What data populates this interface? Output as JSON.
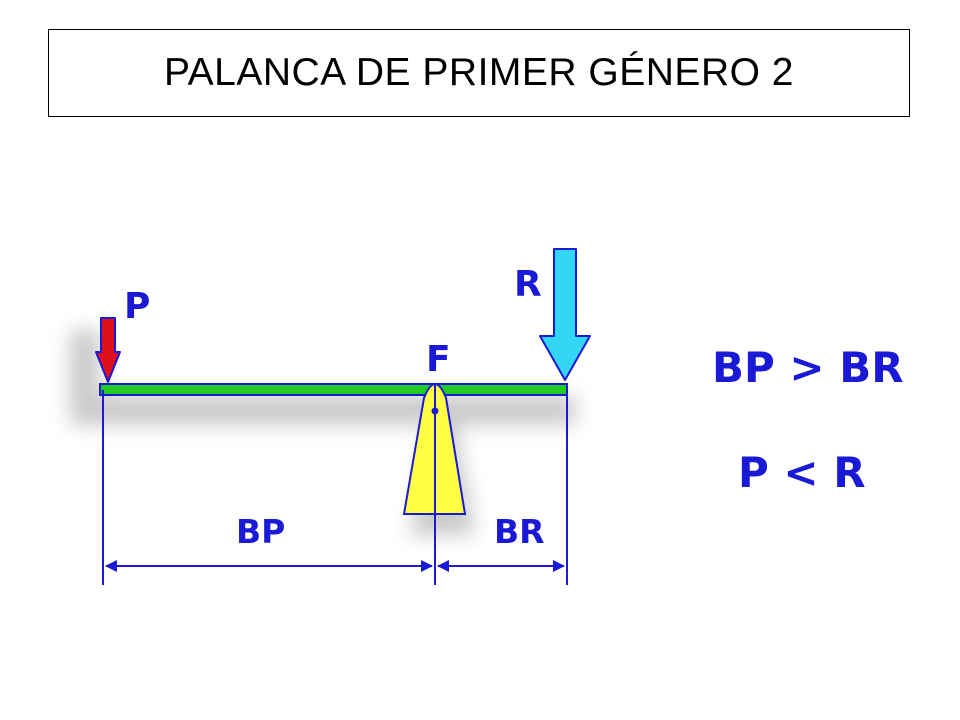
{
  "title": "PALANCA DE PRIMER GÉNERO 2",
  "diagram": {
    "labels": {
      "effort": "P",
      "resistance": "R",
      "fulcrum": "F",
      "effort_arm": "BP",
      "resistance_arm": "BR"
    },
    "relations": {
      "arms": "BP > BR",
      "forces": "P < R"
    }
  },
  "colors": {
    "lever": "#22cc22",
    "effort_arrow": "#e0101a",
    "resistance_arrow": "#33d6f5",
    "fulcrum": "#ffff44",
    "labels": "#1a1ad6",
    "dimension_lines": "#1a1ad6"
  }
}
